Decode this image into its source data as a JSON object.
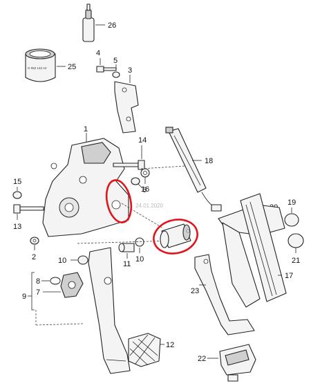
{
  "diagram": {
    "stamp": "24.01.2020",
    "sleeve_code": "G 052 142 A2",
    "part_numbers": [
      "1",
      "2",
      "3",
      "4",
      "5",
      "6",
      "7",
      "8",
      "9",
      "10",
      "10",
      "10",
      "11",
      "12",
      "13",
      "14",
      "15",
      "16",
      "17",
      "18",
      "19",
      "20",
      "21",
      "22",
      "23",
      "25",
      "26"
    ],
    "highlight_color": "#e0141a"
  }
}
